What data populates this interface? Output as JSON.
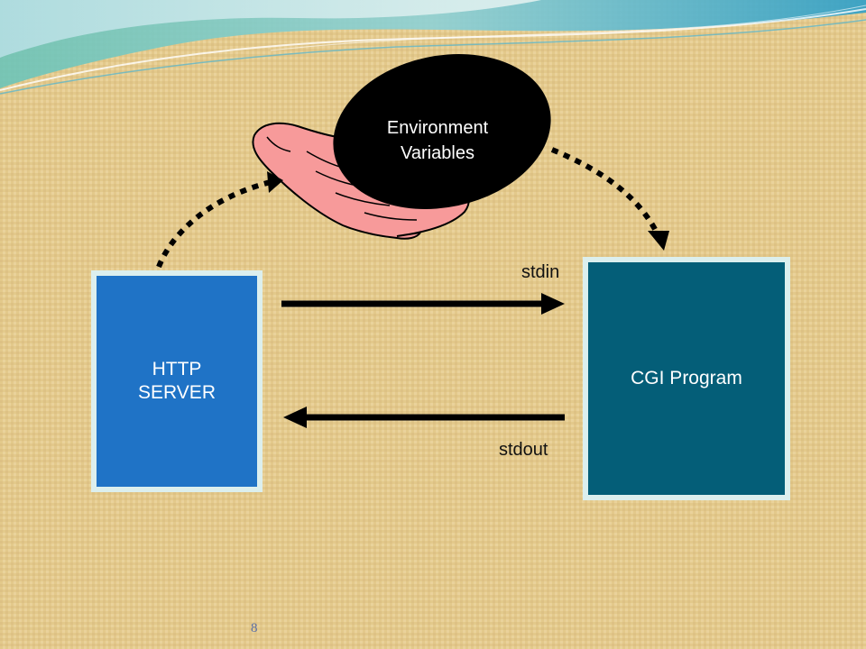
{
  "diagram": {
    "http_server_label": "HTTP\nSERVER",
    "cgi_program_label": "CGI Program",
    "stdin_label": "stdin",
    "stdout_label": "stdout",
    "env_vars_label": "Environment\nVariables"
  },
  "slide_number": "8",
  "colors": {
    "http_server_fill": "#1f73c6",
    "cgi_program_fill": "#045e78",
    "box_border": "#dcefee",
    "background": "#e2c98a",
    "hand": "#f79a9a",
    "blob": "#000000"
  }
}
